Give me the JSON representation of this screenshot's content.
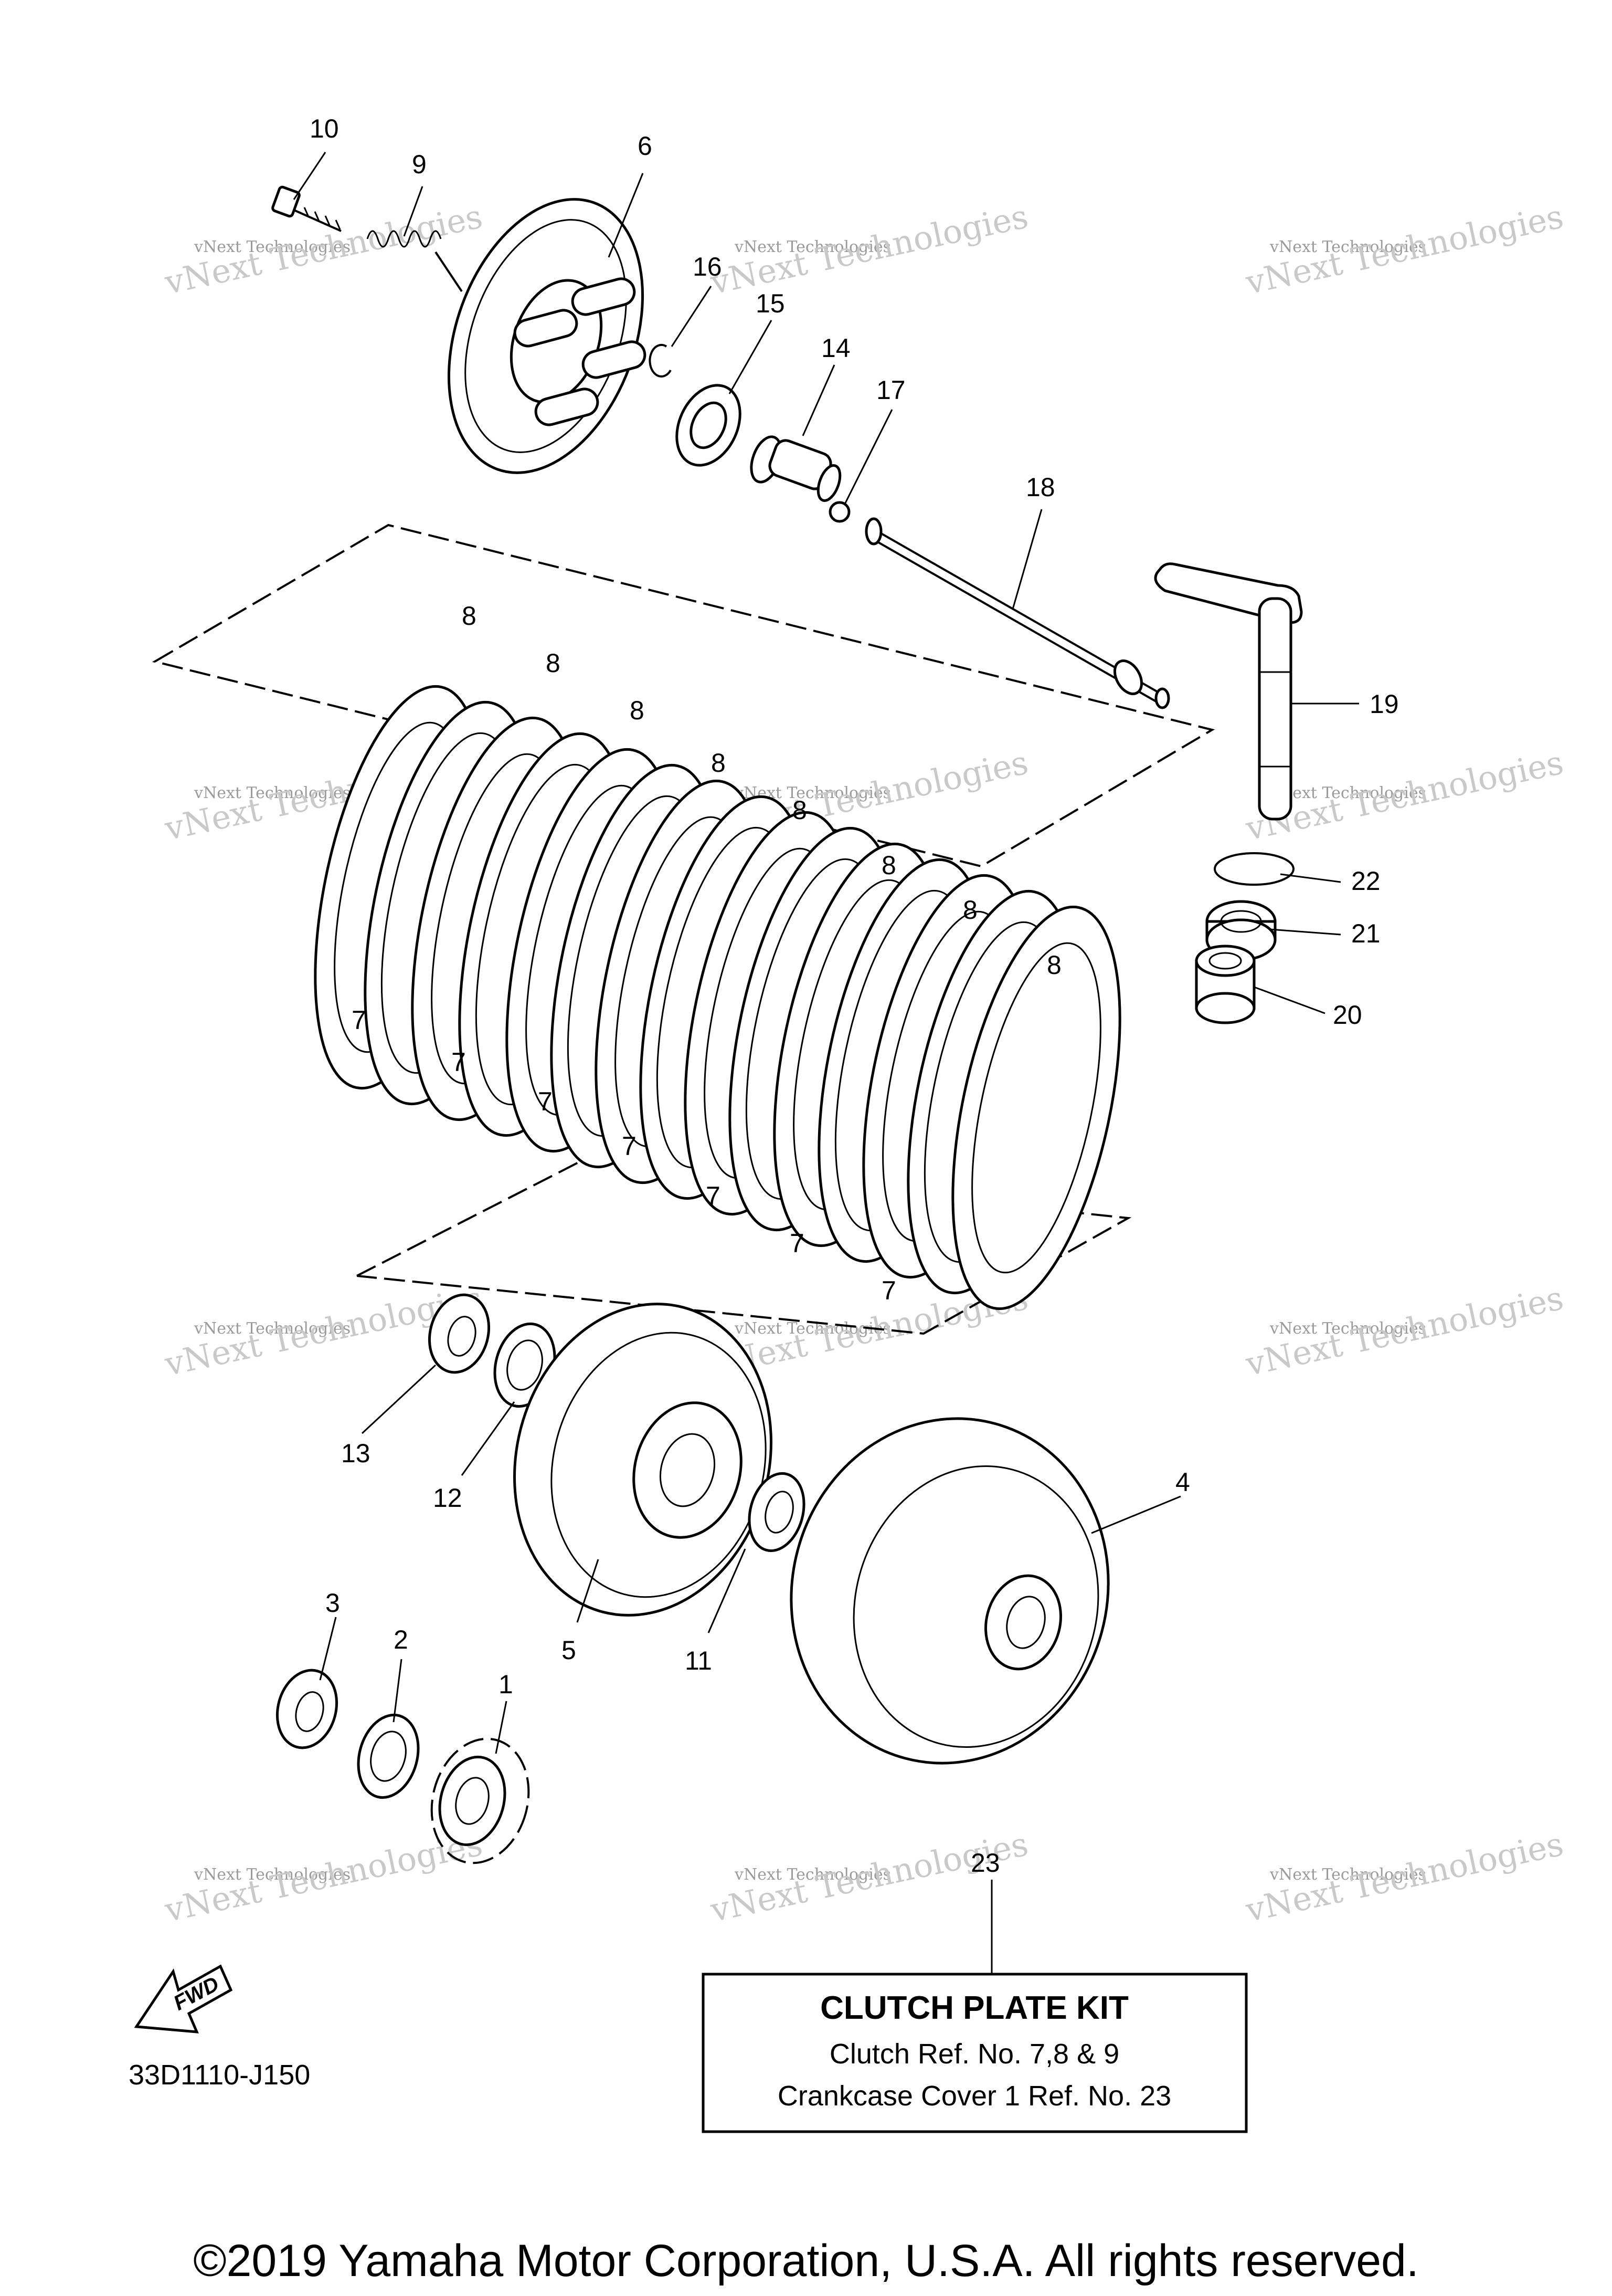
{
  "callouts": {
    "p1": "1",
    "p2": "2",
    "p3": "3",
    "p4": "4",
    "p5": "5",
    "p6": "6",
    "p7": "7",
    "p8": "8",
    "p9": "9",
    "p10": "10",
    "p11": "11",
    "p12": "12",
    "p13": "13",
    "p14": "14",
    "p15": "15",
    "p16": "16",
    "p17": "17",
    "p18": "18",
    "p19": "19",
    "p20": "20",
    "p21": "21",
    "p22": "22",
    "p23": "23"
  },
  "watermark": {
    "small": "vNext Technologies",
    "big": "vNext Technologies"
  },
  "kit_box": {
    "title": "CLUTCH PLATE KIT",
    "line1": "Clutch Ref. No. 7,8 & 9",
    "line2": "Crankcase Cover 1 Ref. No. 23"
  },
  "fwd_label": "FWD",
  "diagram_code": "33D1110-J150",
  "copyright": "©2019 Yamaha Motor Corporation, U.S.A. All rights reserved."
}
